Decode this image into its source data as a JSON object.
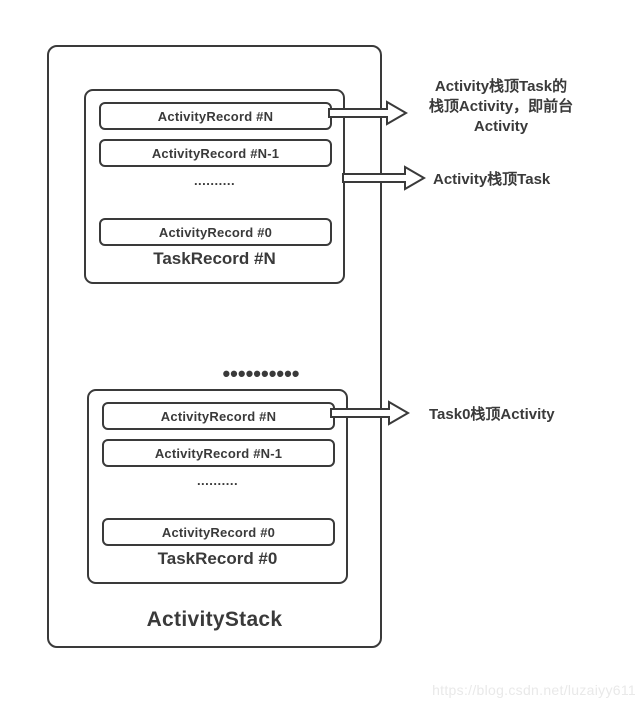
{
  "diagram": {
    "stack_label": "ActivityStack",
    "tasks": [
      {
        "label": "TaskRecord #N",
        "records": [
          "ActivityRecord #N",
          "ActivityRecord #N-1",
          "ActivityRecord #0"
        ],
        "ellipsis": ".........."
      },
      {
        "label": "TaskRecord #0",
        "records": [
          "ActivityRecord #N",
          "ActivityRecord #N-1",
          "ActivityRecord #0"
        ],
        "ellipsis": ".........."
      }
    ],
    "between_tasks_dots": "••••••••••",
    "annotations": {
      "top_activity": "Activity栈顶Task的\n栈顶Activity，即前台\nActivity",
      "top_task": "Activity栈顶Task",
      "task0_top_activity": "Task0栈顶Activity"
    },
    "watermark": "https://blog.csdn.net/luzaiyy611",
    "colors": {
      "line": "#3a3a3a",
      "background": "#ffffff",
      "watermark": "#e9e9e9"
    }
  }
}
